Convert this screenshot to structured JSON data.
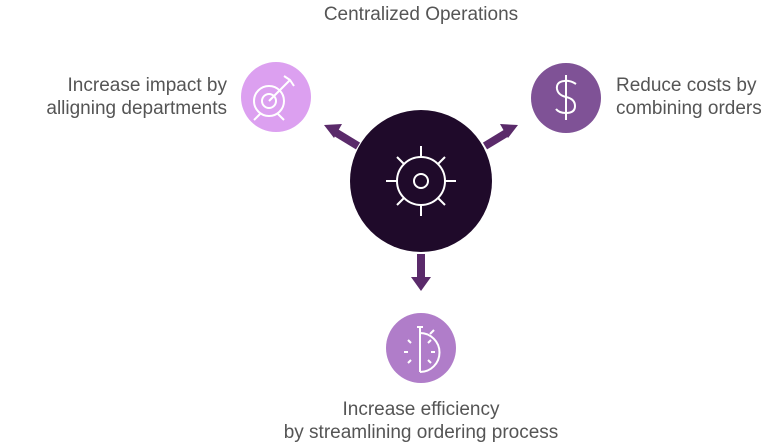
{
  "title": "Centralized Operations",
  "nodes": [
    {
      "line1": "Increase impact by",
      "line2": "alligning departments",
      "icon": "target-icon",
      "color": "#dca0f0"
    },
    {
      "line1": "Reduce costs by",
      "line2": "combining orders",
      "icon": "dollar-icon",
      "color": "#7f5296"
    },
    {
      "line1": "Increase efficiency",
      "line2": "by streamlining ordering process",
      "icon": "stopwatch-icon",
      "color": "#b07dc9"
    }
  ],
  "center": {
    "icon": "gear-icon",
    "color": "#1f0a2a"
  },
  "arrow_color": "#5a2a6a"
}
